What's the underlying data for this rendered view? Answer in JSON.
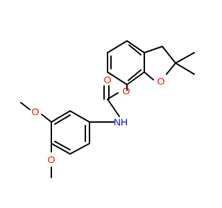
{
  "molecule": {
    "atoms": {
      "ring_oxygen": "O",
      "ester_oxygen": "O",
      "carbonyl_oxygen": "O",
      "amine_nh": "NH",
      "methoxy_oxygen_top": "O",
      "methoxy_oxygen_bottom": "O"
    }
  },
  "colors": {
    "oxygen": "#ff0000",
    "nitrogen": "#0000ff",
    "bond": "#000000"
  }
}
